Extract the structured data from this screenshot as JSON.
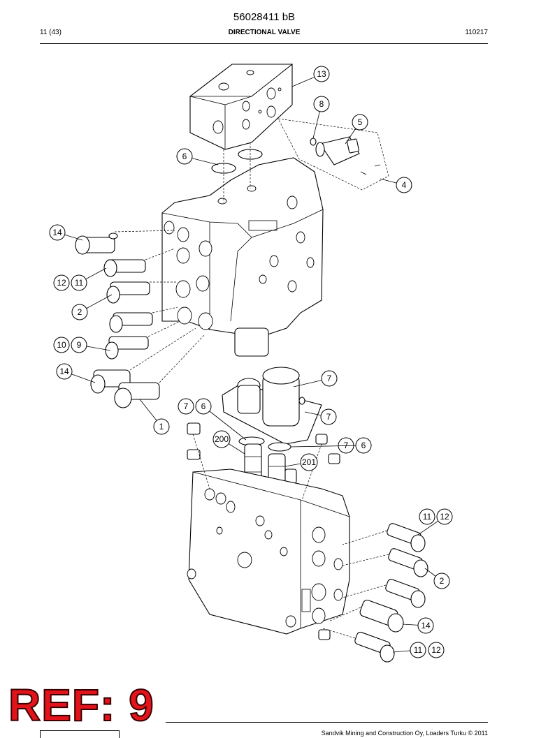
{
  "header": {
    "doc_number": "56028411 bB",
    "page": "11 (43)",
    "title": "DIRECTIONAL VALVE",
    "date": "110217"
  },
  "stamp": {
    "text": "REF: 9",
    "color": "#e1141c"
  },
  "footer": {
    "company": "Sandvik Mining and Construction Oy, Loaders Turku © 2011"
  },
  "callouts": [
    {
      "id": "c13",
      "label": "13"
    },
    {
      "id": "c8",
      "label": "8"
    },
    {
      "id": "c5",
      "label": "5"
    },
    {
      "id": "c6a",
      "label": "6"
    },
    {
      "id": "c4",
      "label": "4"
    },
    {
      "id": "c14a",
      "label": "14"
    },
    {
      "id": "c12a",
      "label": "12"
    },
    {
      "id": "c11a",
      "label": "11"
    },
    {
      "id": "c2a",
      "label": "2"
    },
    {
      "id": "c10",
      "label": "10"
    },
    {
      "id": "c9",
      "label": "9"
    },
    {
      "id": "c14b",
      "label": "14"
    },
    {
      "id": "c1",
      "label": "1"
    },
    {
      "id": "c7a",
      "label": "7"
    },
    {
      "id": "c7b",
      "label": "7"
    },
    {
      "id": "c6b",
      "label": "6"
    },
    {
      "id": "c7c",
      "label": "7"
    },
    {
      "id": "c200",
      "label": "200"
    },
    {
      "id": "c7d",
      "label": "7"
    },
    {
      "id": "c6c",
      "label": "6"
    },
    {
      "id": "c201",
      "label": "201"
    },
    {
      "id": "c11b",
      "label": "11"
    },
    {
      "id": "c12b",
      "label": "12"
    },
    {
      "id": "c2b",
      "label": "2"
    },
    {
      "id": "c14c",
      "label": "14"
    },
    {
      "id": "c11c",
      "label": "11"
    },
    {
      "id": "c12c",
      "label": "12"
    }
  ]
}
